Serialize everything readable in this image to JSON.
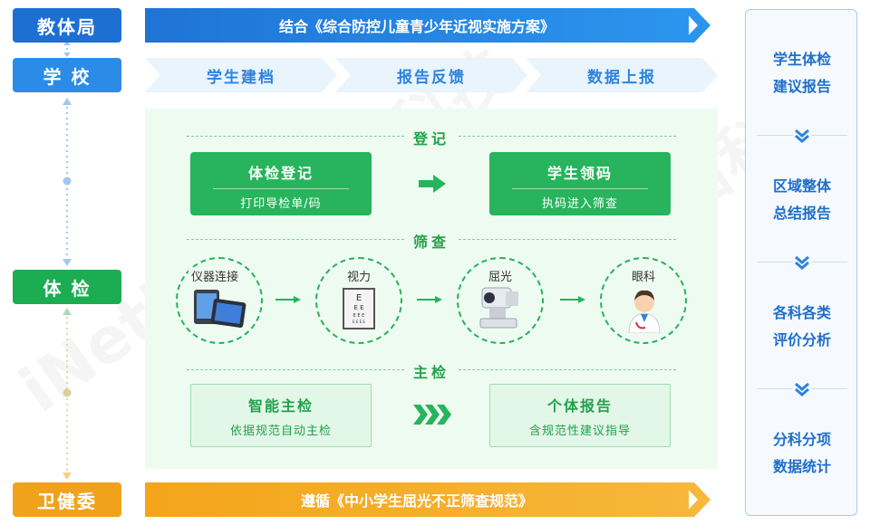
{
  "roles": {
    "edu": "教体局",
    "school": "学 校",
    "exam": "体 检",
    "health": "卫健委"
  },
  "banners": {
    "top": "结合《综合防控儿童青少年近视实施方案》",
    "bottom": "遵循《中小学生屈光不正筛查规范》"
  },
  "school_steps": [
    "学生建档",
    "报告反馈",
    "数据上报"
  ],
  "sections": {
    "register": {
      "title": "登记",
      "left": {
        "title": "体检登记",
        "sub": "打印导检单/码"
      },
      "right": {
        "title": "学生领码",
        "sub": "执码进入筛查"
      }
    },
    "screening": {
      "title": "筛查",
      "items": [
        {
          "label": "仪器连接",
          "icon": "tablet-icon"
        },
        {
          "label": "视力",
          "icon": "eye-chart-icon"
        },
        {
          "label": "屈光",
          "icon": "refractometer-icon"
        },
        {
          "label": "眼科",
          "icon": "doctor-icon"
        }
      ]
    },
    "main_check": {
      "title": "主检",
      "left": {
        "title": "智能主检",
        "sub": "依据规范自动主检"
      },
      "right": {
        "title": "个体报告",
        "sub": "含规范性建议指导"
      }
    }
  },
  "right_column": [
    {
      "line1": "学生体检",
      "line2": "建议报告"
    },
    {
      "line1": "区域整体",
      "line2": "总结报告"
    },
    {
      "line1": "各科各类",
      "line2": "评价分析"
    },
    {
      "line1": "分科分项",
      "line2": "数据统计"
    }
  ],
  "watermark": "iNethink 网宿科技",
  "colors": {
    "blue": "#1d6fd2",
    "green": "#27b45c",
    "orange": "#f1a21c"
  }
}
